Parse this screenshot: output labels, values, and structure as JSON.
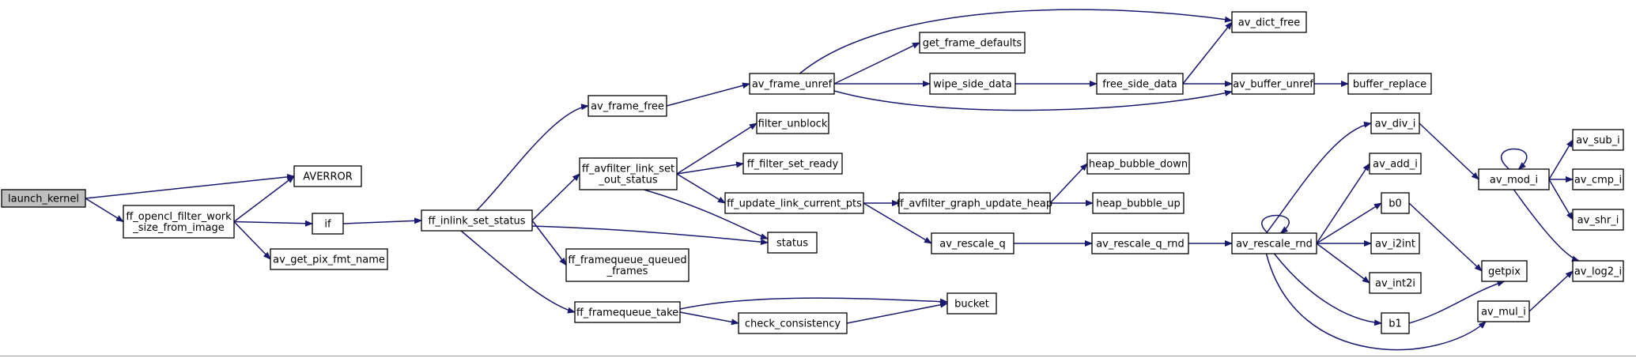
{
  "diagram": {
    "colors": {
      "edge": "#191970",
      "node_border": "#000000",
      "root_fill": "#bfbfbf",
      "node_fill": "#ffffff"
    },
    "nodes": {
      "launch_kernel": [
        "launch_kernel"
      ],
      "ff_opencl_filter_work_size_from_image": [
        "ff_opencl_filter_work",
        "_size_from_image"
      ],
      "AVERROR": [
        "AVERROR"
      ],
      "if": [
        "if"
      ],
      "av_get_pix_fmt_name": [
        "av_get_pix_fmt_name"
      ],
      "ff_inlink_set_status": [
        "ff_inlink_set_status"
      ],
      "av_frame_free": [
        "av_frame_free"
      ],
      "ff_avfilter_link_set_out_status": [
        "ff_avfilter_link_set",
        "_out_status"
      ],
      "ff_framequeue_queued_frames": [
        "ff_framequeue_queued",
        "_frames"
      ],
      "ff_framequeue_take": [
        "ff_framequeue_take"
      ],
      "status": [
        "status"
      ],
      "av_frame_unref": [
        "av_frame_unref"
      ],
      "filter_unblock": [
        "filter_unblock"
      ],
      "ff_filter_set_ready": [
        "ff_filter_set_ready"
      ],
      "ff_update_link_current_pts": [
        "ff_update_link_current_pts"
      ],
      "check_consistency": [
        "check_consistency"
      ],
      "bucket": [
        "bucket"
      ],
      "get_frame_defaults": [
        "get_frame_defaults"
      ],
      "wipe_side_data": [
        "wipe_side_data"
      ],
      "av_dict_free": [
        "av_dict_free"
      ],
      "free_side_data": [
        "free_side_data"
      ],
      "av_buffer_unref": [
        "av_buffer_unref"
      ],
      "buffer_replace": [
        "buffer_replace"
      ],
      "ff_avfilter_graph_update_heap": [
        "ff_avfilter_graph_update_heap"
      ],
      "av_rescale_q": [
        "av_rescale_q"
      ],
      "heap_bubble_down": [
        "heap_bubble_down"
      ],
      "heap_bubble_up": [
        "heap_bubble_up"
      ],
      "av_rescale_q_rnd": [
        "av_rescale_q_rnd"
      ],
      "av_rescale_rnd": [
        "av_rescale_rnd"
      ],
      "av_div_i": [
        "av_div_i"
      ],
      "av_add_i": [
        "av_add_i"
      ],
      "b0": [
        "b0"
      ],
      "av_i2int": [
        "av_i2int"
      ],
      "av_int2i": [
        "av_int2i"
      ],
      "b1": [
        "b1"
      ],
      "av_mod_i": [
        "av_mod_i"
      ],
      "getpix": [
        "getpix"
      ],
      "av_mul_i": [
        "av_mul_i"
      ],
      "av_sub_i": [
        "av_sub_i"
      ],
      "av_cmp_i": [
        "av_cmp_i"
      ],
      "av_shr_i": [
        "av_shr_i"
      ],
      "av_log2_i": [
        "av_log2_i"
      ]
    },
    "edges": [
      [
        "launch_kernel",
        "AVERROR"
      ],
      [
        "launch_kernel",
        "ff_opencl_filter_work_size_from_image"
      ],
      [
        "ff_opencl_filter_work_size_from_image",
        "AVERROR"
      ],
      [
        "ff_opencl_filter_work_size_from_image",
        "if"
      ],
      [
        "ff_opencl_filter_work_size_from_image",
        "av_get_pix_fmt_name"
      ],
      [
        "if",
        "ff_inlink_set_status"
      ],
      [
        "ff_inlink_set_status",
        "av_frame_free"
      ],
      [
        "ff_inlink_set_status",
        "ff_avfilter_link_set_out_status"
      ],
      [
        "ff_inlink_set_status",
        "status"
      ],
      [
        "ff_inlink_set_status",
        "ff_framequeue_queued_frames"
      ],
      [
        "ff_inlink_set_status",
        "ff_framequeue_take"
      ],
      [
        "av_frame_free",
        "av_frame_unref"
      ],
      [
        "av_frame_unref",
        "av_dict_free"
      ],
      [
        "av_frame_unref",
        "get_frame_defaults"
      ],
      [
        "av_frame_unref",
        "wipe_side_data"
      ],
      [
        "av_frame_unref",
        "av_buffer_unref"
      ],
      [
        "wipe_side_data",
        "free_side_data"
      ],
      [
        "free_side_data",
        "av_dict_free"
      ],
      [
        "free_side_data",
        "av_buffer_unref"
      ],
      [
        "av_buffer_unref",
        "buffer_replace"
      ],
      [
        "ff_avfilter_link_set_out_status",
        "filter_unblock"
      ],
      [
        "ff_avfilter_link_set_out_status",
        "ff_filter_set_ready"
      ],
      [
        "ff_avfilter_link_set_out_status",
        "ff_update_link_current_pts"
      ],
      [
        "ff_avfilter_link_set_out_status",
        "status"
      ],
      [
        "ff_update_link_current_pts",
        "ff_avfilter_graph_update_heap"
      ],
      [
        "ff_update_link_current_pts",
        "av_rescale_q"
      ],
      [
        "ff_avfilter_graph_update_heap",
        "heap_bubble_down"
      ],
      [
        "ff_avfilter_graph_update_heap",
        "heap_bubble_up"
      ],
      [
        "av_rescale_q",
        "av_rescale_q_rnd"
      ],
      [
        "av_rescale_q_rnd",
        "av_rescale_rnd"
      ],
      [
        "av_rescale_rnd",
        "av_rescale_rnd"
      ],
      [
        "av_rescale_rnd",
        "av_div_i"
      ],
      [
        "av_rescale_rnd",
        "av_add_i"
      ],
      [
        "av_rescale_rnd",
        "b0"
      ],
      [
        "av_rescale_rnd",
        "av_i2int"
      ],
      [
        "av_rescale_rnd",
        "av_int2i"
      ],
      [
        "av_rescale_rnd",
        "b1"
      ],
      [
        "av_rescale_rnd",
        "av_mul_i"
      ],
      [
        "av_div_i",
        "av_mod_i"
      ],
      [
        "av_mod_i",
        "av_mod_i"
      ],
      [
        "av_mod_i",
        "av_sub_i"
      ],
      [
        "av_mod_i",
        "av_cmp_i"
      ],
      [
        "av_mod_i",
        "av_shr_i"
      ],
      [
        "av_mod_i",
        "av_log2_i"
      ],
      [
        "av_mul_i",
        "av_log2_i"
      ],
      [
        "b0",
        "getpix"
      ],
      [
        "b1",
        "getpix"
      ],
      [
        "ff_framequeue_take",
        "bucket"
      ],
      [
        "ff_framequeue_take",
        "check_consistency"
      ],
      [
        "check_consistency",
        "bucket"
      ]
    ]
  }
}
